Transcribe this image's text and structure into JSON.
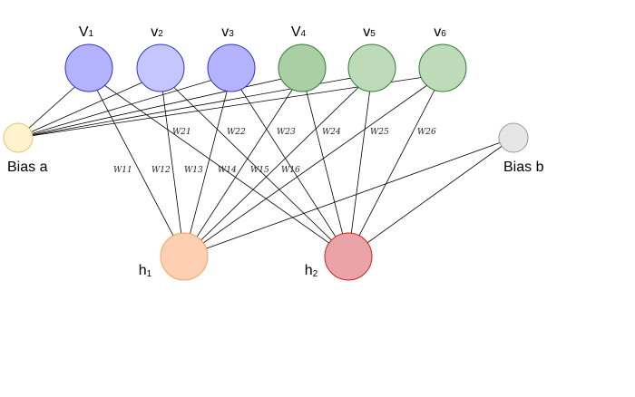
{
  "visible_nodes": [
    {
      "id": "v1",
      "main": "V",
      "sub": "1",
      "fill": "#b3b3ff",
      "stroke": "#3333cc"
    },
    {
      "id": "v2",
      "main": "v",
      "sub": "2",
      "fill": "#c6c6ff",
      "stroke": "#3333cc"
    },
    {
      "id": "v3",
      "main": "v",
      "sub": "3",
      "fill": "#b3b3ff",
      "stroke": "#3333cc"
    },
    {
      "id": "v4",
      "main": "V",
      "sub": "4",
      "fill": "#aacfa4",
      "stroke": "#2e7d32"
    },
    {
      "id": "v5",
      "main": "v",
      "sub": "5",
      "fill": "#bddbb8",
      "stroke": "#2e7d32"
    },
    {
      "id": "v6",
      "main": "v",
      "sub": "6",
      "fill": "#bddbb8",
      "stroke": "#2e7d32"
    }
  ],
  "hidden_nodes": [
    {
      "id": "h1",
      "main": "h",
      "sub": "1",
      "fill": "#ffcfb3",
      "stroke": "#f4a460"
    },
    {
      "id": "h2",
      "main": "h",
      "sub": "2",
      "fill": "#eaa4a8",
      "stroke": "#cc2222"
    }
  ],
  "bias_nodes": [
    {
      "id": "bias-a",
      "label": "Bias a",
      "fill": "#fff2cc",
      "stroke": "#e6c36a"
    },
    {
      "id": "bias-b",
      "label": "Bias b",
      "fill": "#e6e6e6",
      "stroke": "#999999"
    }
  ],
  "weight_labels": [
    "W21",
    "W22",
    "W23",
    "W24",
    "W25",
    "W26",
    "W11",
    "W12",
    "W13",
    "W14",
    "W15",
    "W16"
  ]
}
